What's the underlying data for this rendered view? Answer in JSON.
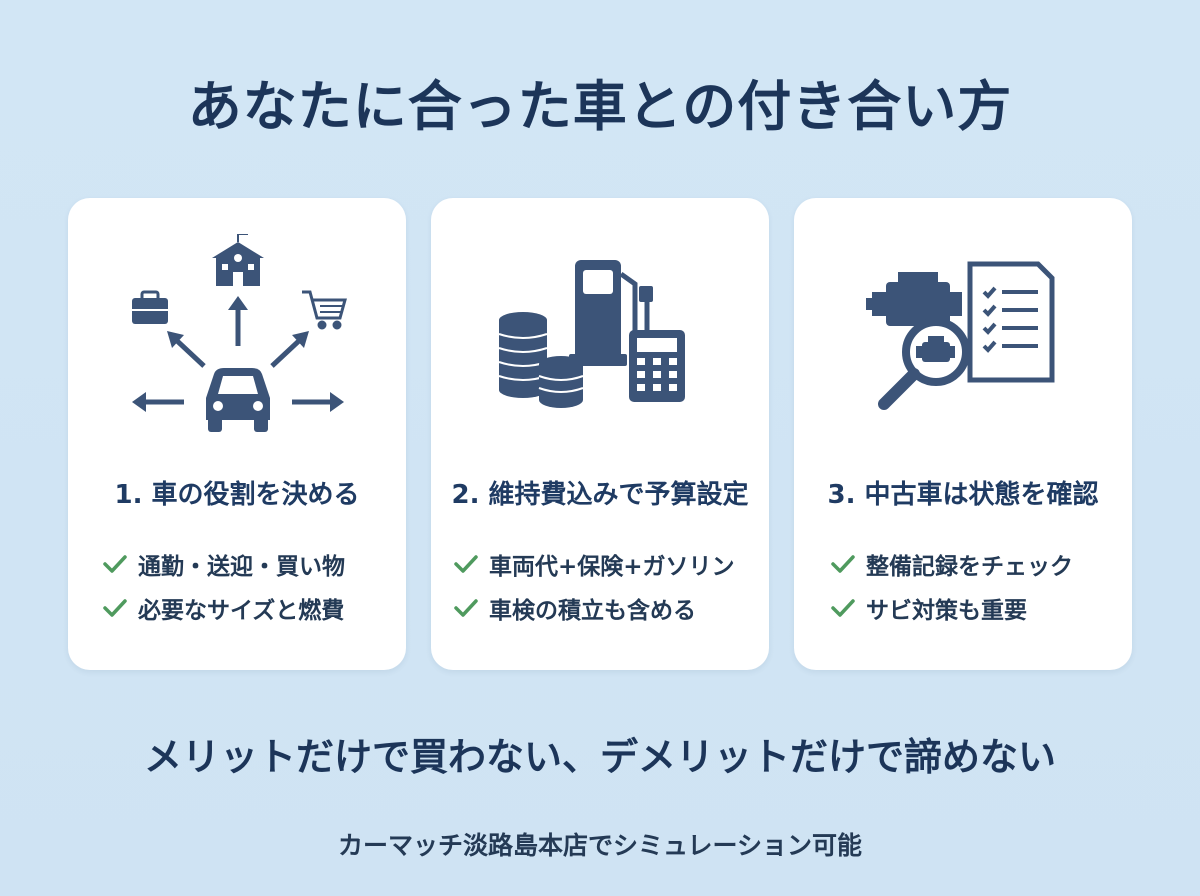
{
  "title": "あなたに合った車との付き合い方",
  "cards": [
    {
      "icon": "car-roles-icon",
      "heading": "1. 車の役割を決める",
      "bullets": [
        "通勤・送迎・買い物",
        "必要なサイズと燃費"
      ]
    },
    {
      "icon": "budget-fuel-icon",
      "heading": "2. 維持費込みで予算設定",
      "bullets": [
        "車両代+保険+ガソリン",
        "車検の積立も含める"
      ]
    },
    {
      "icon": "inspection-icon",
      "heading": "3. 中古車は状態を確認",
      "bullets": [
        "整備記録をチェック",
        "サビ対策も重要"
      ]
    }
  ],
  "tagline": "メリットだけで買わない、デメリットだけで諦めない",
  "footer": "カーマッチ淡路島本店でシミュレーション可能",
  "colors": {
    "background": "#d2e6f5",
    "navy": "#3c5478",
    "check": "#4f9a5e",
    "title": "#1c3559"
  }
}
